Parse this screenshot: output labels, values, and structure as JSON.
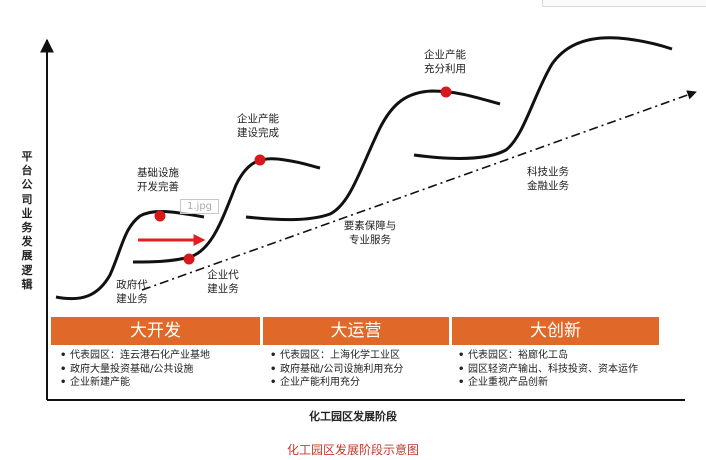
{
  "y_axis_label": "平台公司业务发展逻辑",
  "x_axis_label": "化工园区发展阶段",
  "caption": "化工园区发展阶段示意图",
  "image_watermark": "1.jpg",
  "colors": {
    "stage_fill": "#e0692a",
    "milestone_dot": "#d7191c",
    "arrow": "#e02020",
    "curve": "#111111"
  },
  "annotations": {
    "infrastructure": [
      "基础设施",
      "开发完善"
    ],
    "gov_construction": [
      "政府代",
      "建业务"
    ],
    "enterprise_construction": [
      "企业代",
      "建业务"
    ],
    "industry_complete": [
      "企业产能",
      "建设完成"
    ],
    "factor_support": [
      "要素保障与",
      "专业服务"
    ],
    "industry_utilized": [
      "企业产能",
      "充分利用"
    ],
    "tech_finance": [
      "科技业务",
      "金融业务"
    ]
  },
  "stages": [
    {
      "title": "大开发",
      "items": [
        "代表园区：连云港石化产业基地",
        "政府大量投资基础/公共设施",
        "企业新建产能"
      ]
    },
    {
      "title": "大运营",
      "items": [
        "代表园区：上海化学工业区",
        "政府基础/公司设施利用充分",
        "企业产能利用充分"
      ]
    },
    {
      "title": "大创新",
      "items": [
        "代表园区：裕廊化工岛",
        "园区轻资产输出、科技投资、资本运作",
        "企业重视产品创新"
      ]
    }
  ]
}
